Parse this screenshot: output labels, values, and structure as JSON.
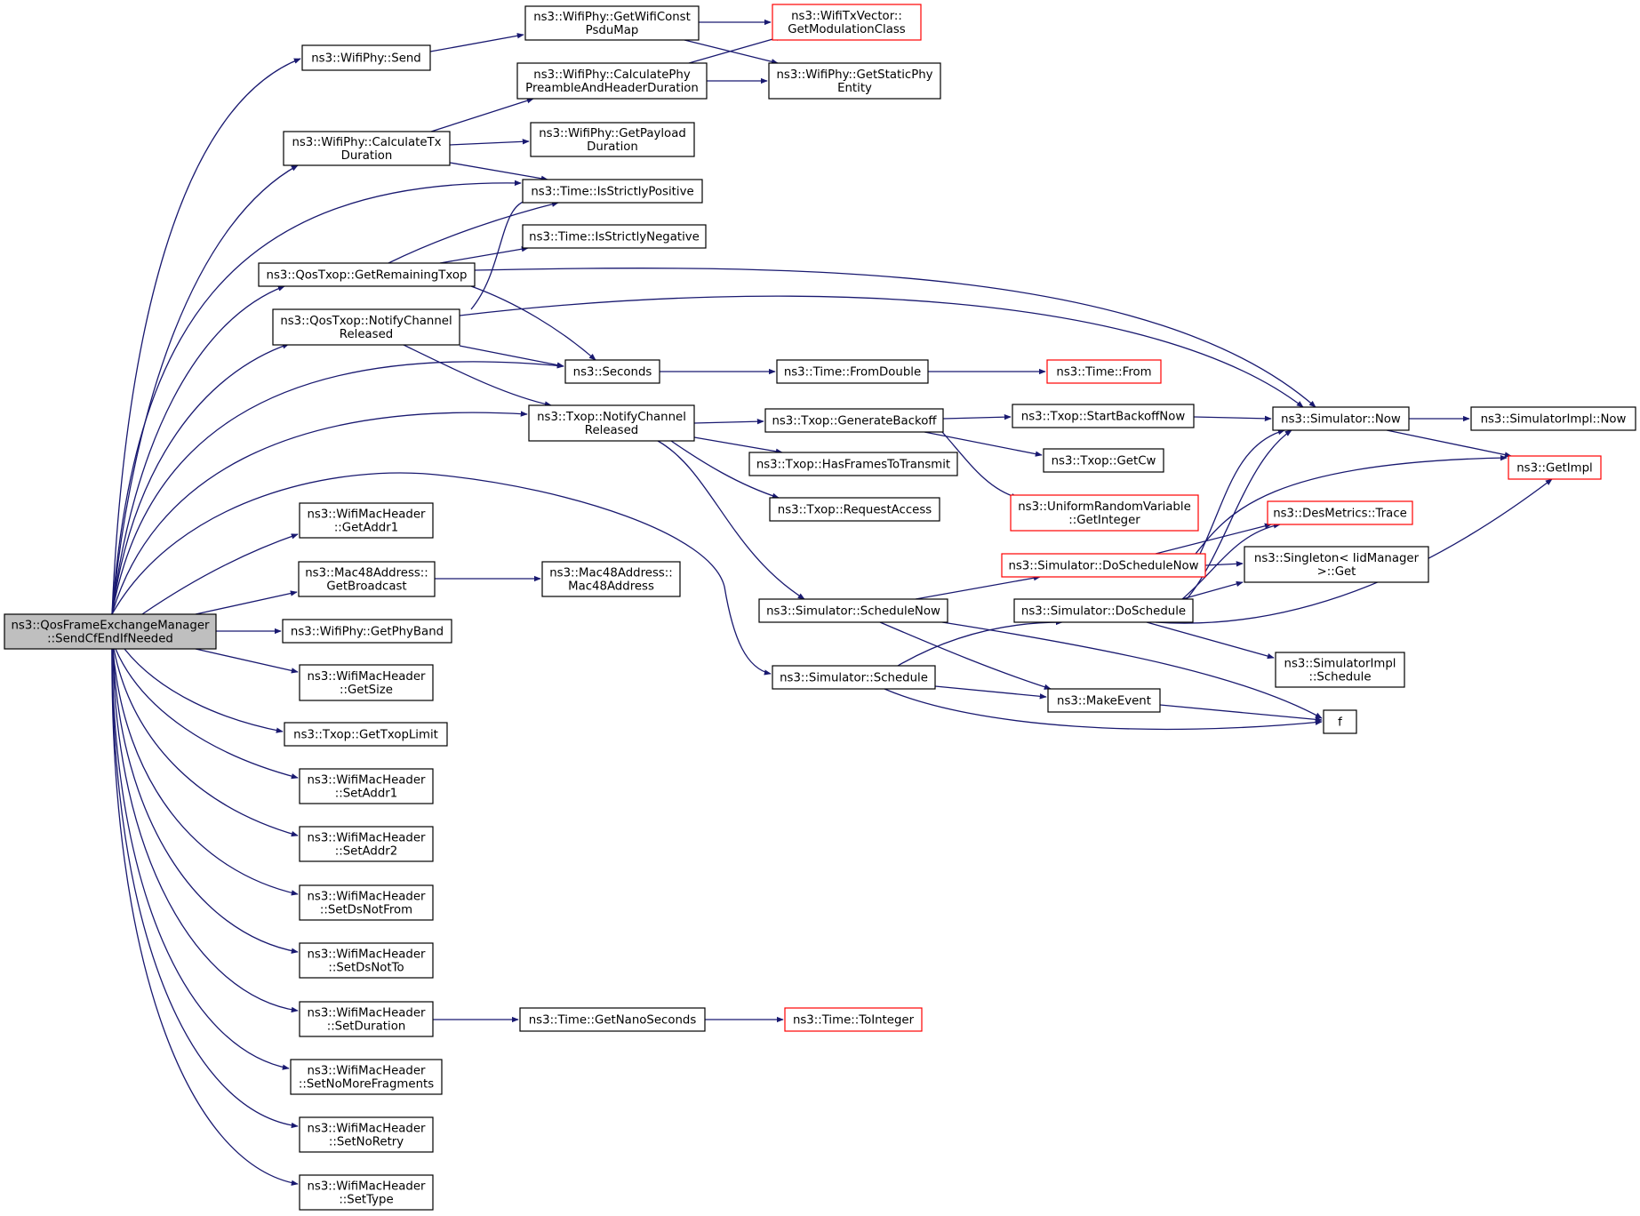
{
  "diagram": {
    "colors": {
      "edge": "#191970",
      "node_border": "#000000",
      "truncated_border": "#ff0000",
      "root_fill": "#bfbfbf",
      "node_fill": "#ffffff"
    },
    "nodes": [
      {
        "id": "root",
        "lines": [
          "ns3::QosFrameExchangeManager",
          "::SendCfEndIfNeeded"
        ],
        "style": "root"
      },
      {
        "id": "wp_send",
        "lines": [
          "ns3::WifiPhy::Send"
        ],
        "style": "normal"
      },
      {
        "id": "wp_gwcpm",
        "lines": [
          "ns3::WifiPhy::GetWifiConst",
          "PsduMap"
        ],
        "style": "normal"
      },
      {
        "id": "wtv_gmc",
        "lines": [
          "ns3::WifiTxVector::",
          "GetModulationClass"
        ],
        "style": "truncated"
      },
      {
        "id": "wp_cpahd",
        "lines": [
          "ns3::WifiPhy::CalculatePhy",
          "PreambleAndHeaderDuration"
        ],
        "style": "normal"
      },
      {
        "id": "wp_gspe",
        "lines": [
          "ns3::WifiPhy::GetStaticPhy",
          "Entity"
        ],
        "style": "normal"
      },
      {
        "id": "wp_ctd",
        "lines": [
          "ns3::WifiPhy::CalculateTx",
          "Duration"
        ],
        "style": "normal"
      },
      {
        "id": "wp_gpd",
        "lines": [
          "ns3::WifiPhy::GetPayload",
          "Duration"
        ],
        "style": "normal"
      },
      {
        "id": "t_isp",
        "lines": [
          "ns3::Time::IsStrictlyPositive"
        ],
        "style": "normal"
      },
      {
        "id": "t_isn",
        "lines": [
          "ns3::Time::IsStrictlyNegative"
        ],
        "style": "normal"
      },
      {
        "id": "qt_grt",
        "lines": [
          "ns3::QosTxop::GetRemainingTxop"
        ],
        "style": "normal"
      },
      {
        "id": "qt_ncr",
        "lines": [
          "ns3::QosTxop::NotifyChannel",
          "Released"
        ],
        "style": "normal"
      },
      {
        "id": "seconds",
        "lines": [
          "ns3::Seconds"
        ],
        "style": "normal"
      },
      {
        "id": "t_fd",
        "lines": [
          "ns3::Time::FromDouble"
        ],
        "style": "normal"
      },
      {
        "id": "t_from",
        "lines": [
          "ns3::Time::From"
        ],
        "style": "truncated"
      },
      {
        "id": "tx_ncr",
        "lines": [
          "ns3::Txop::NotifyChannel",
          "Released"
        ],
        "style": "normal"
      },
      {
        "id": "tx_gb",
        "lines": [
          "ns3::Txop::GenerateBackoff"
        ],
        "style": "normal"
      },
      {
        "id": "tx_sbn",
        "lines": [
          "ns3::Txop::StartBackoffNow"
        ],
        "style": "normal"
      },
      {
        "id": "sim_now",
        "lines": [
          "ns3::Simulator::Now"
        ],
        "style": "normal"
      },
      {
        "id": "si_now",
        "lines": [
          "ns3::SimulatorImpl::Now"
        ],
        "style": "normal"
      },
      {
        "id": "tx_hftt",
        "lines": [
          "ns3::Txop::HasFramesToTransmit"
        ],
        "style": "normal"
      },
      {
        "id": "tx_gcw",
        "lines": [
          "ns3::Txop::GetCw"
        ],
        "style": "normal"
      },
      {
        "id": "getimpl",
        "lines": [
          "ns3::GetImpl"
        ],
        "style": "truncated"
      },
      {
        "id": "urv_gi",
        "lines": [
          "ns3::UniformRandomVariable",
          "::GetInteger"
        ],
        "style": "truncated"
      },
      {
        "id": "tx_ra",
        "lines": [
          "ns3::Txop::RequestAccess"
        ],
        "style": "normal"
      },
      {
        "id": "dm_trace",
        "lines": [
          "ns3::DesMetrics::Trace"
        ],
        "style": "truncated"
      },
      {
        "id": "wmh_ga1",
        "lines": [
          "ns3::WifiMacHeader",
          "::GetAddr1"
        ],
        "style": "normal"
      },
      {
        "id": "sim_dsn",
        "lines": [
          "ns3::Simulator::DoScheduleNow"
        ],
        "style": "truncated"
      },
      {
        "id": "singleton",
        "lines": [
          "ns3::Singleton< IidManager",
          " >::Get"
        ],
        "style": "normal"
      },
      {
        "id": "mac_gb",
        "lines": [
          "ns3::Mac48Address::",
          "GetBroadcast"
        ],
        "style": "normal"
      },
      {
        "id": "mac_ctor",
        "lines": [
          "ns3::Mac48Address::",
          "Mac48Address"
        ],
        "style": "normal"
      },
      {
        "id": "sim_sn",
        "lines": [
          "ns3::Simulator::ScheduleNow"
        ],
        "style": "normal"
      },
      {
        "id": "sim_ds",
        "lines": [
          "ns3::Simulator::DoSchedule"
        ],
        "style": "normal"
      },
      {
        "id": "wp_gpb",
        "lines": [
          "ns3::WifiPhy::GetPhyBand"
        ],
        "style": "normal"
      },
      {
        "id": "si_sched",
        "lines": [
          "ns3::SimulatorImpl",
          "::Schedule"
        ],
        "style": "normal"
      },
      {
        "id": "sim_sched",
        "lines": [
          "ns3::Simulator::Schedule"
        ],
        "style": "normal"
      },
      {
        "id": "wmh_gs",
        "lines": [
          "ns3::WifiMacHeader",
          "::GetSize"
        ],
        "style": "normal"
      },
      {
        "id": "makeevent",
        "lines": [
          "ns3::MakeEvent"
        ],
        "style": "normal"
      },
      {
        "id": "f",
        "lines": [
          "f"
        ],
        "style": "normal"
      },
      {
        "id": "tx_gtl",
        "lines": [
          "ns3::Txop::GetTxopLimit"
        ],
        "style": "normal"
      },
      {
        "id": "wmh_sa1",
        "lines": [
          "ns3::WifiMacHeader",
          "::SetAddr1"
        ],
        "style": "normal"
      },
      {
        "id": "wmh_sa2",
        "lines": [
          "ns3::WifiMacHeader",
          "::SetAddr2"
        ],
        "style": "normal"
      },
      {
        "id": "wmh_sdnf",
        "lines": [
          "ns3::WifiMacHeader",
          "::SetDsNotFrom"
        ],
        "style": "normal"
      },
      {
        "id": "wmh_sdnt",
        "lines": [
          "ns3::WifiMacHeader",
          "::SetDsNotTo"
        ],
        "style": "normal"
      },
      {
        "id": "wmh_sd",
        "lines": [
          "ns3::WifiMacHeader",
          "::SetDuration"
        ],
        "style": "normal"
      },
      {
        "id": "t_gns",
        "lines": [
          "ns3::Time::GetNanoSeconds"
        ],
        "style": "normal"
      },
      {
        "id": "t_toint",
        "lines": [
          "ns3::Time::ToInteger"
        ],
        "style": "truncated"
      },
      {
        "id": "wmh_snmf",
        "lines": [
          "ns3::WifiMacHeader",
          "::SetNoMoreFragments"
        ],
        "style": "normal"
      },
      {
        "id": "wmh_snr",
        "lines": [
          "ns3::WifiMacHeader",
          "::SetNoRetry"
        ],
        "style": "normal"
      },
      {
        "id": "wmh_st",
        "lines": [
          "ns3::WifiMacHeader",
          "::SetType"
        ],
        "style": "normal"
      }
    ]
  }
}
